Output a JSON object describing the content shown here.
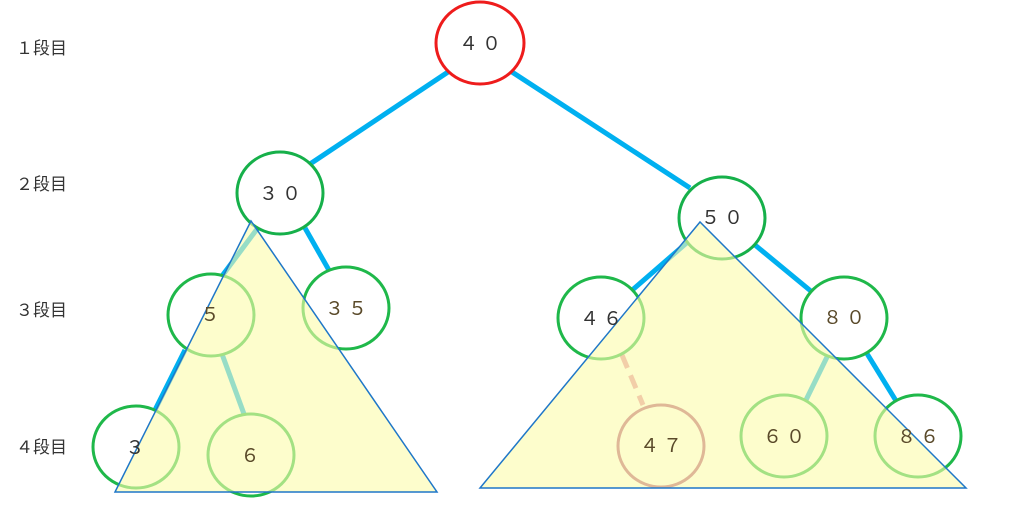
{
  "levels": [
    "１段目",
    "２段目",
    "３段目",
    "４段目"
  ],
  "nodes": {
    "n40": "４０",
    "n30": "３０",
    "n50": "５０",
    "n5": "５",
    "n35": "３５",
    "n46": "４６",
    "n80": "８０",
    "n3": "３",
    "n6": "６",
    "n47": "４７",
    "n60": "６０",
    "n86": "８６"
  },
  "colors": {
    "root": "#ee1c1c",
    "node": "#16b04a",
    "new_node": "#b5547a",
    "edge": "#00b0f0",
    "new_edge": "#e48aa6",
    "subtree_fill": "#fdfdc4",
    "subtree_stroke": "#1f77c8"
  }
}
